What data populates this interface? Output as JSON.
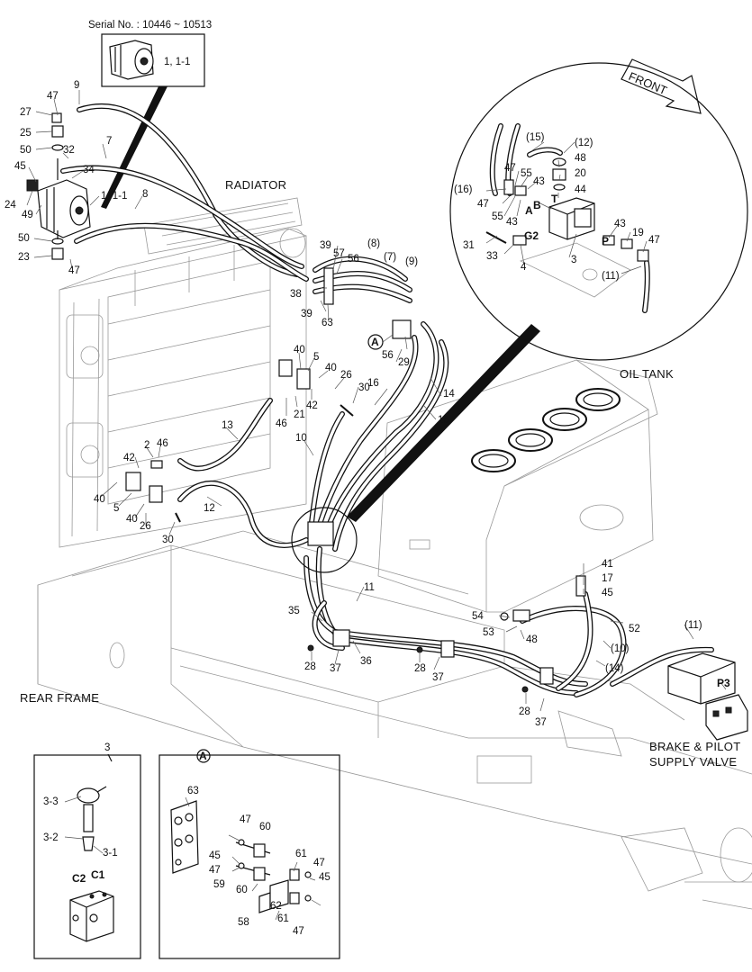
{
  "header": {
    "serial": "Serial No. : 10446 ~ 10513",
    "inset_label": "1, 1-1"
  },
  "front_label": "FRONT",
  "areas": {
    "radiator": "RADIATOR",
    "oil_tank": "OIL TANK",
    "rear_frame": "REAR FRAME",
    "brake_valve_1": "BRAKE & PILOT",
    "brake_valve_2": "SUPPLY VALVE"
  },
  "pump_labels": {
    "l9": "9",
    "l47a": "47",
    "l27": "27",
    "l25": "25",
    "l50a": "50",
    "l32": "32",
    "l7": "7",
    "l45": "45",
    "l34": "34",
    "l24": "24",
    "l49": "49",
    "l11b": "1, 1-1",
    "l8": "8",
    "l50b": "50",
    "l23": "23",
    "l47b": "47"
  },
  "mid_labels": {
    "l39a": "39",
    "l57": "57",
    "l56a": "56",
    "l8p": "(8)",
    "l7p": "(7)",
    "l9p": "(9)",
    "l38": "38",
    "l39b": "39",
    "l63": "63",
    "l56b": "56",
    "l29": "29",
    "l40a": "40",
    "l5a": "5",
    "l40b": "40",
    "l26a": "26",
    "l16": "16",
    "l14": "14",
    "l46a": "46",
    "l21": "21",
    "l42a": "42",
    "l30a": "30",
    "l15": "15",
    "l13": "13",
    "l10": "10",
    "l2": "2",
    "l46b": "46",
    "l42b": "42",
    "l40c": "40",
    "l5b": "5",
    "l12": "12",
    "l40d": "40",
    "l26b": "26",
    "l30b": "30",
    "l11": "11",
    "l35": "35",
    "l28a": "28",
    "l37a": "37",
    "l36": "36",
    "l28b": "28",
    "l37b": "37",
    "l28c": "28",
    "l37c": "37",
    "l41": "41",
    "l17": "17",
    "l45b": "45",
    "l54": "54",
    "l53": "53",
    "l48b": "48",
    "l52": "52",
    "l10p": "(10)",
    "l14p": "(14)",
    "l11p": "(11)",
    "lP3": "P3",
    "callout_A": "A"
  },
  "circle_labels": {
    "l15p": "(15)",
    "l12p": "(12)",
    "l48": "48",
    "l47": "47",
    "l55a": "55",
    "l20": "20",
    "l16p": "(16)",
    "l43a": "43",
    "l44": "44",
    "lT": "T",
    "l47c": "47",
    "l55b": "55",
    "l43b": "43",
    "lA": "A",
    "lB": "B",
    "l43c": "43",
    "l19": "19",
    "l47d": "47",
    "l31": "31",
    "lG2": "G2",
    "lP": "P",
    "l33": "33",
    "l4": "4",
    "l3": "3",
    "l11p2": "(11)"
  },
  "inset3": {
    "title": "3",
    "l33": "3-3",
    "l32": "3-2",
    "l31": "3-1",
    "lC2": "C2",
    "lC1": "C1"
  },
  "insetA": {
    "title": "A",
    "l63": "63",
    "l47a": "47",
    "l60a": "60",
    "l45a": "45",
    "l47b": "47",
    "l59": "59",
    "l60b": "60",
    "l61a": "61",
    "l47c": "47",
    "l45b": "45",
    "l58": "58",
    "l62": "62",
    "l61b": "61",
    "l47d": "47"
  }
}
